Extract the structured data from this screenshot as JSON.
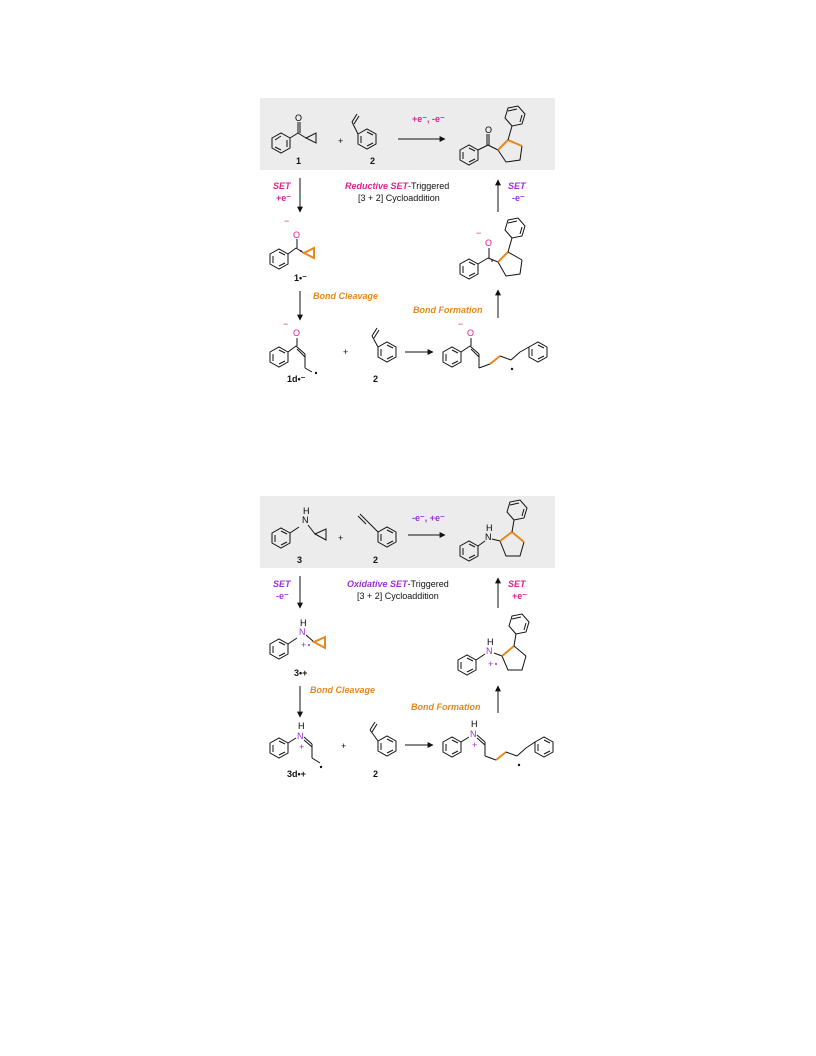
{
  "scheme1": {
    "reagents": "+e⁻, -e⁻",
    "compound1": "1",
    "compound2": "2",
    "plus": "+",
    "set_left": "SET",
    "set_left_sub": "+e⁻",
    "title_highlight": "Reductive SET",
    "title_rest": "-Triggered",
    "title_line2": "[3 + 2] Cycloaddition",
    "set_right": "SET",
    "set_right_sub": "-e⁻",
    "radical_anion": "1•⁻",
    "bond_cleavage": "Bond Cleavage",
    "bond_formation": "Bond Formation",
    "distonic": "1d•⁻",
    "compound2b": "2",
    "atom_O": "O",
    "minus": "−"
  },
  "scheme2": {
    "reagents": "-e⁻, +e⁻",
    "compound3": "3",
    "compound2": "2",
    "plus": "+",
    "set_left": "SET",
    "set_left_sub": "-e⁻",
    "title_highlight": "Oxidative SET",
    "title_rest": "-Triggered",
    "title_line2": "[3 + 2] Cycloaddition",
    "set_right": "SET",
    "set_right_sub": "+e⁻",
    "radical_cation": "3•+",
    "bond_cleavage": "Bond Cleavage",
    "bond_formation": "Bond Formation",
    "distonic": "3d•+",
    "compound2b": "2",
    "atom_N": "N",
    "atom_H": "H"
  },
  "colors": {
    "magenta": "#e0218a",
    "purple": "#9b30d9",
    "orange": "#e8871e",
    "panel": "#ececec"
  }
}
